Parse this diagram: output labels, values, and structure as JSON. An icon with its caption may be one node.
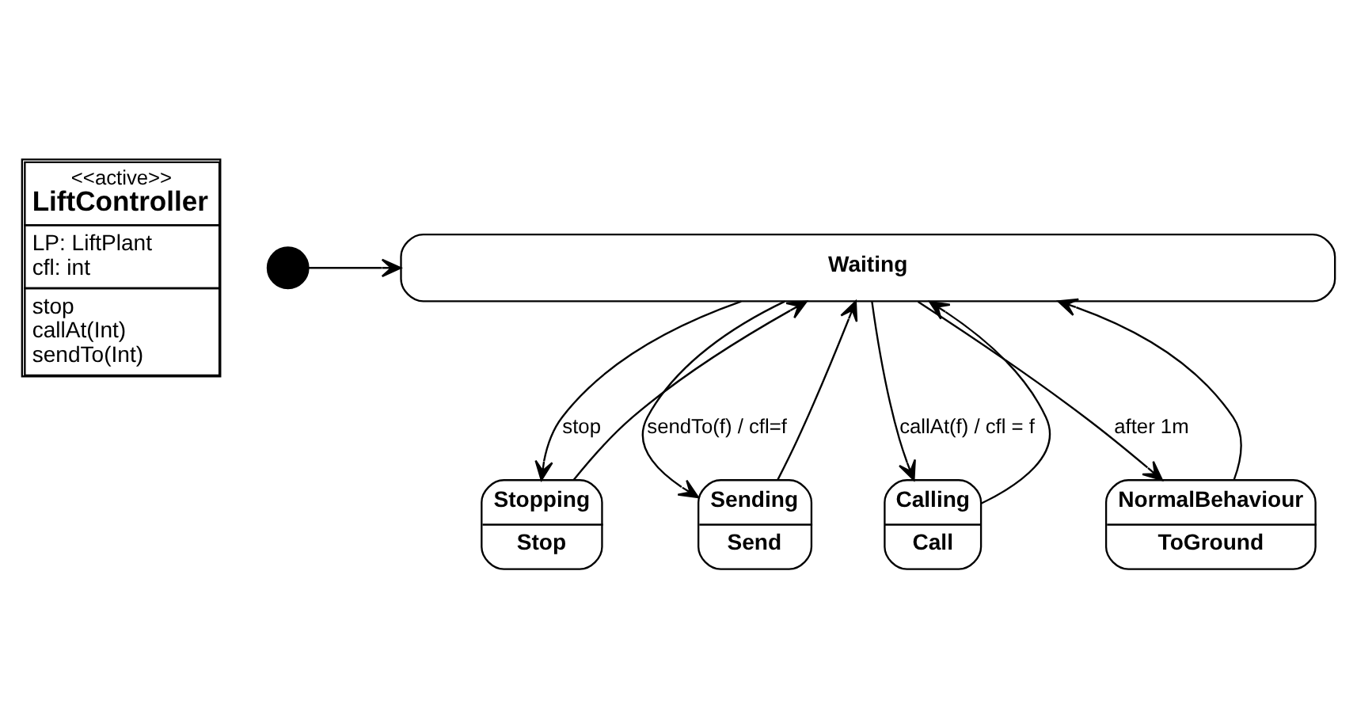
{
  "diagram": {
    "nodes": [
      {
        "text": [
          "<<active>>",
          "LiftController",
          "LP: LiftPlant",
          "cfl: int",
          "stop",
          "callAt(Int)",
          "sendTo(Int)"
        ]
      },
      {
        "text": [],
        "shape": "circle"
      },
      {
        "text": [
          "Waiting"
        ]
      },
      {
        "text": [
          "Stopping",
          "Stop"
        ]
      },
      {
        "text": [
          "Sending",
          "Send"
        ]
      },
      {
        "text": [
          "Calling",
          "Call"
        ]
      },
      {
        "text": [
          "NormalBehaviour",
          "ToGround"
        ]
      }
    ],
    "edges": [
      {
        "from": 1,
        "to": 2,
        "arrow": "to"
      },
      {
        "from": 3,
        "to": 2,
        "arrow": "to"
      },
      {
        "from": 2,
        "to": 3,
        "arrow": "to",
        "label": "stop"
      },
      {
        "from": 4,
        "to": 2,
        "arrow": "to"
      },
      {
        "from": 2,
        "to": 4,
        "arrow": "to",
        "label": "sendTo(f) / cfl=f"
      },
      {
        "from": 5,
        "to": 2,
        "arrow": "to"
      },
      {
        "from": 2,
        "to": 5,
        "arrow": "to",
        "label": "callAt(f) / cfl = f"
      },
      {
        "from": 6,
        "to": 2,
        "arrow": "to"
      },
      {
        "from": 2,
        "to": 6,
        "arrow": "to",
        "label": "after 1m"
      }
    ]
  }
}
